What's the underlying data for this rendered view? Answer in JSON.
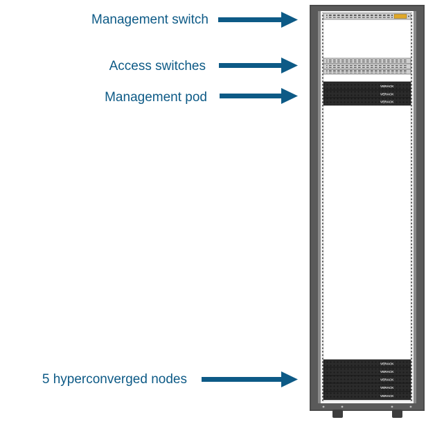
{
  "labels": {
    "management_switch": "Management switch",
    "access_switches": "Access switches",
    "management_pod": "Management pod",
    "hyperconverged_nodes": "5 hyperconverged nodes"
  },
  "server_badge": "VERACK",
  "colors": {
    "label_text": "#0d5a86",
    "arrow": "#0d5a86",
    "rack_frame": "#4a4a4a",
    "server_body": "#2b2b2b"
  }
}
